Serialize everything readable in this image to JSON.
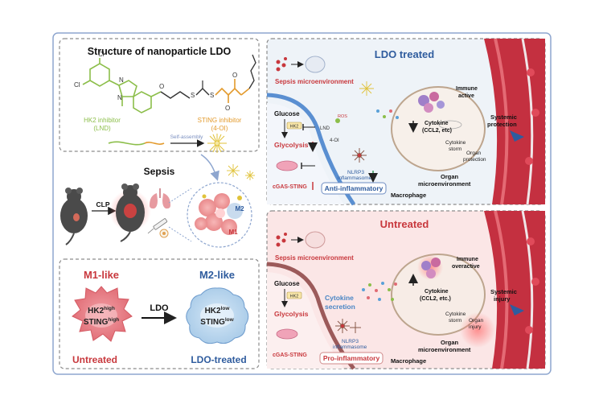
{
  "structure": {
    "title": "Structure of nanoparticle LDO",
    "hk2_label_1": "HK2 inhibitor",
    "hk2_label_2": "(LND)",
    "sting_label_1": "STING inhibitor",
    "sting_label_2": "(4-OI)",
    "self_assembly": "Self-assembly",
    "atoms": {
      "cl": "Cl",
      "n": "N",
      "o": "O",
      "s": "S"
    }
  },
  "sepsis": {
    "title": "Sepsis",
    "clp": "CLP",
    "m2": "M2",
    "m1": "M1"
  },
  "macrophage_compare": {
    "m1_title": "M1-like",
    "m2_title": "M2-like",
    "arrow_label": "LDO",
    "m1_hk2": "HK2",
    "m1_hk2_sup": "high",
    "m1_sting": "STING",
    "m1_sting_sup": "high",
    "m2_hk2": "HK2",
    "m2_hk2_sup": "low",
    "m2_sting": "STING",
    "m2_sting_sup": "low",
    "m1_caption": "Untreated",
    "m2_caption": "LDO-treated"
  },
  "ldo_panel": {
    "title": "LDO treated",
    "sepsis_micro": "Sepsis microenvironment",
    "glucose": "Glucose",
    "hk2": "HK2",
    "lnd": "LND",
    "ros": "ROS",
    "four_oi": "4-OI",
    "glycolysis": "Glycolysis",
    "cgas": "cGAS-STING",
    "nlrp3_1": "NLRP3",
    "nlrp3_2": "inflammasome",
    "anti": "Anti-inflammatory",
    "cytokine_1": "Cytokine",
    "cytokine_2": "(CCL2, etc)",
    "immune_1": "Immune",
    "immune_2": "active",
    "storm_1": "Cytokine",
    "storm_2": "storm",
    "protect_1": "Organ",
    "protect_2": "protection",
    "organ_micro_1": "Organ",
    "organ_micro_2": "microenvironment",
    "macrophage": "Macrophage",
    "systemic_1": "Systemic",
    "systemic_2": "protection"
  },
  "untreated_panel": {
    "title": "Untreated",
    "sepsis_micro": "Sepsis microenvironment",
    "glucose": "Glucose",
    "hk2": "HK2",
    "glycolysis": "Glycolysis",
    "cytokine_secretion_1": "Cytokine",
    "cytokine_secretion_2": "secretion",
    "cgas": "cGAS-STING",
    "nlrp3_1": "NLRP3",
    "nlrp3_2": "inflammasome",
    "pro": "Pro-inflammatory",
    "cytokine_1": "Cytokine",
    "cytokine_2": "(CCL2, etc.)",
    "immune_1": "Immune",
    "immune_2": "overactive",
    "storm_1": "Cytokine",
    "storm_2": "storm",
    "injury_1": "Organ",
    "injury_2": "injury",
    "organ_micro_1": "Organ",
    "organ_micro_2": "microenvironment",
    "macrophage": "Macrophage",
    "systemic_1": "Systemic",
    "systemic_2": "injury"
  },
  "colors": {
    "frame": "#8ea6cf",
    "dash": "#8c8c8c",
    "green": "#8cbe4a",
    "orange": "#e39a2c",
    "red": "#c8383d",
    "blue": "#2f5c9e",
    "purple": "#7a3a8a",
    "ldo_bg": "#eef3f8",
    "untreated_bg": "#fbe6e6",
    "vessel": "#b52a36"
  }
}
